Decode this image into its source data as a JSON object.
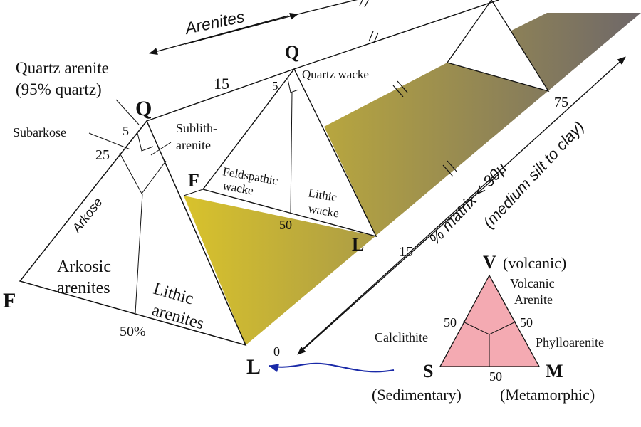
{
  "colors": {
    "matrix_gradient_start": "#d8c22c",
    "matrix_gradient_end": "#6e6769",
    "inset_fill": "#f4aab2",
    "arrow_blue": "#1a2aa8"
  },
  "labels": {
    "arenites": "Arenites",
    "quartz_arenite_line1": "Quartz arenite",
    "quartz_arenite_line2": "(95% quartz)",
    "subarkose": "Subarkose",
    "sublitharenite_line1": "Sublith-",
    "sublitharenite_line2": "arenite",
    "arkose": "Arkose",
    "arkosic_line1": "Arkosic",
    "arkosic_line2": "arenites",
    "lithic_line1": "Lithic",
    "lithic_line2": "arenites",
    "quartz_wacke": "Quartz wacke",
    "feldspathic_line1": "Feldspathic",
    "feldspathic_line2": "wacke",
    "lithic_wacke_line1": "Lithic",
    "lithic_wacke_line2": "wacke",
    "matrix_axis_line1": "% matrix < 30μ",
    "matrix_axis_line2": "(medium silt to clay)"
  },
  "vertices": {
    "q1": "Q",
    "f1": "F",
    "l1": "L",
    "q2": "Q",
    "f2": "F",
    "l2": "L"
  },
  "numbers": {
    "n5_front": "5",
    "n25": "25",
    "n50pct": "50%",
    "n15_top": "15",
    "n5_mid": "5",
    "n50_mid": "50",
    "n75": "75",
    "n15_axis": "15",
    "n0": "0"
  },
  "inset": {
    "v": "V",
    "v_desc": "(volcanic)",
    "volcanic_arenite_line1": "Volcanic",
    "volcanic_arenite_line2": "Arenite",
    "s": "S",
    "s_desc": "(Sedimentary)",
    "m": "M",
    "m_desc": "(Metamorphic)",
    "calclithite": "Calclithite",
    "phylloarenite": "Phylloarenite",
    "n50_left": "50",
    "n50_right": "50",
    "n50_bottom": "50"
  }
}
